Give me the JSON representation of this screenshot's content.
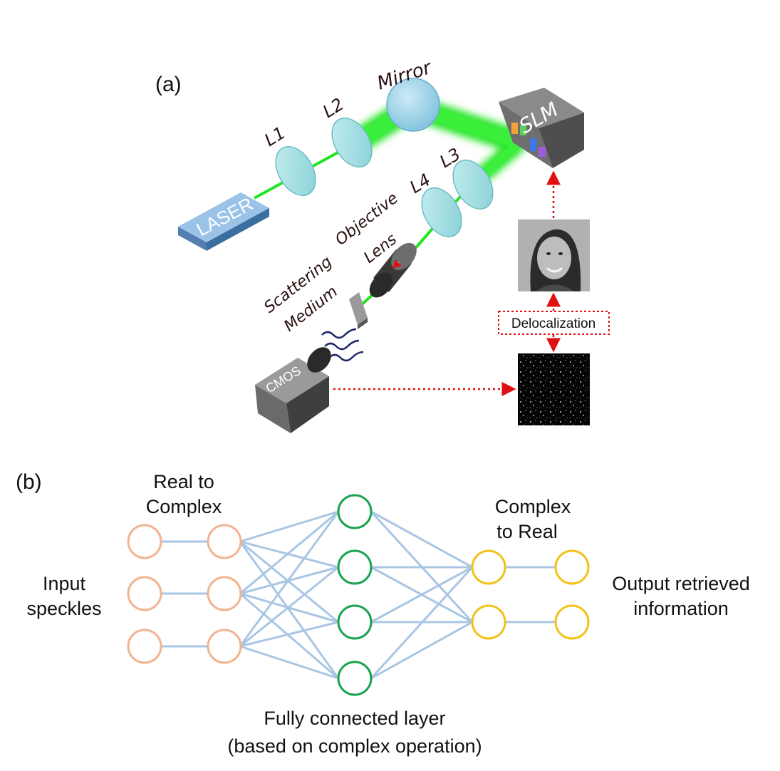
{
  "panel_a": {
    "panel_label": "(a)",
    "components": {
      "laser": "LASER",
      "l1": "L1",
      "l2": "L2",
      "mirror": "Mirror",
      "slm": "SLM",
      "l3": "L3",
      "l4": "L4",
      "objective_line1": "Objective",
      "objective_line2": "Lens",
      "scattering_line1": "Scattering",
      "scattering_line2": "Medium",
      "cmos": "CMOS"
    },
    "delocalization_label": "Delocalization"
  },
  "panel_b": {
    "panel_label": "(b)",
    "real_to_complex": [
      "Real to",
      "Complex"
    ],
    "complex_to_real": [
      "Complex",
      "to Real"
    ],
    "input_label": [
      "Input",
      "speckles"
    ],
    "output_label": [
      "Output retrieved",
      "information"
    ],
    "fc_label": [
      "Fully connected layer",
      "(based on complex operation)"
    ],
    "colors": {
      "input_nodes": "#f2b48e",
      "hidden_nodes": "#1aa350",
      "output_nodes": "#f2c21b",
      "edges": "#a9c6e4"
    }
  },
  "colors": {
    "beam": "#22e522",
    "lens": "#a9e3e6",
    "laser_body": "#6f9fd0",
    "dashed_arrow": "#e01010"
  }
}
